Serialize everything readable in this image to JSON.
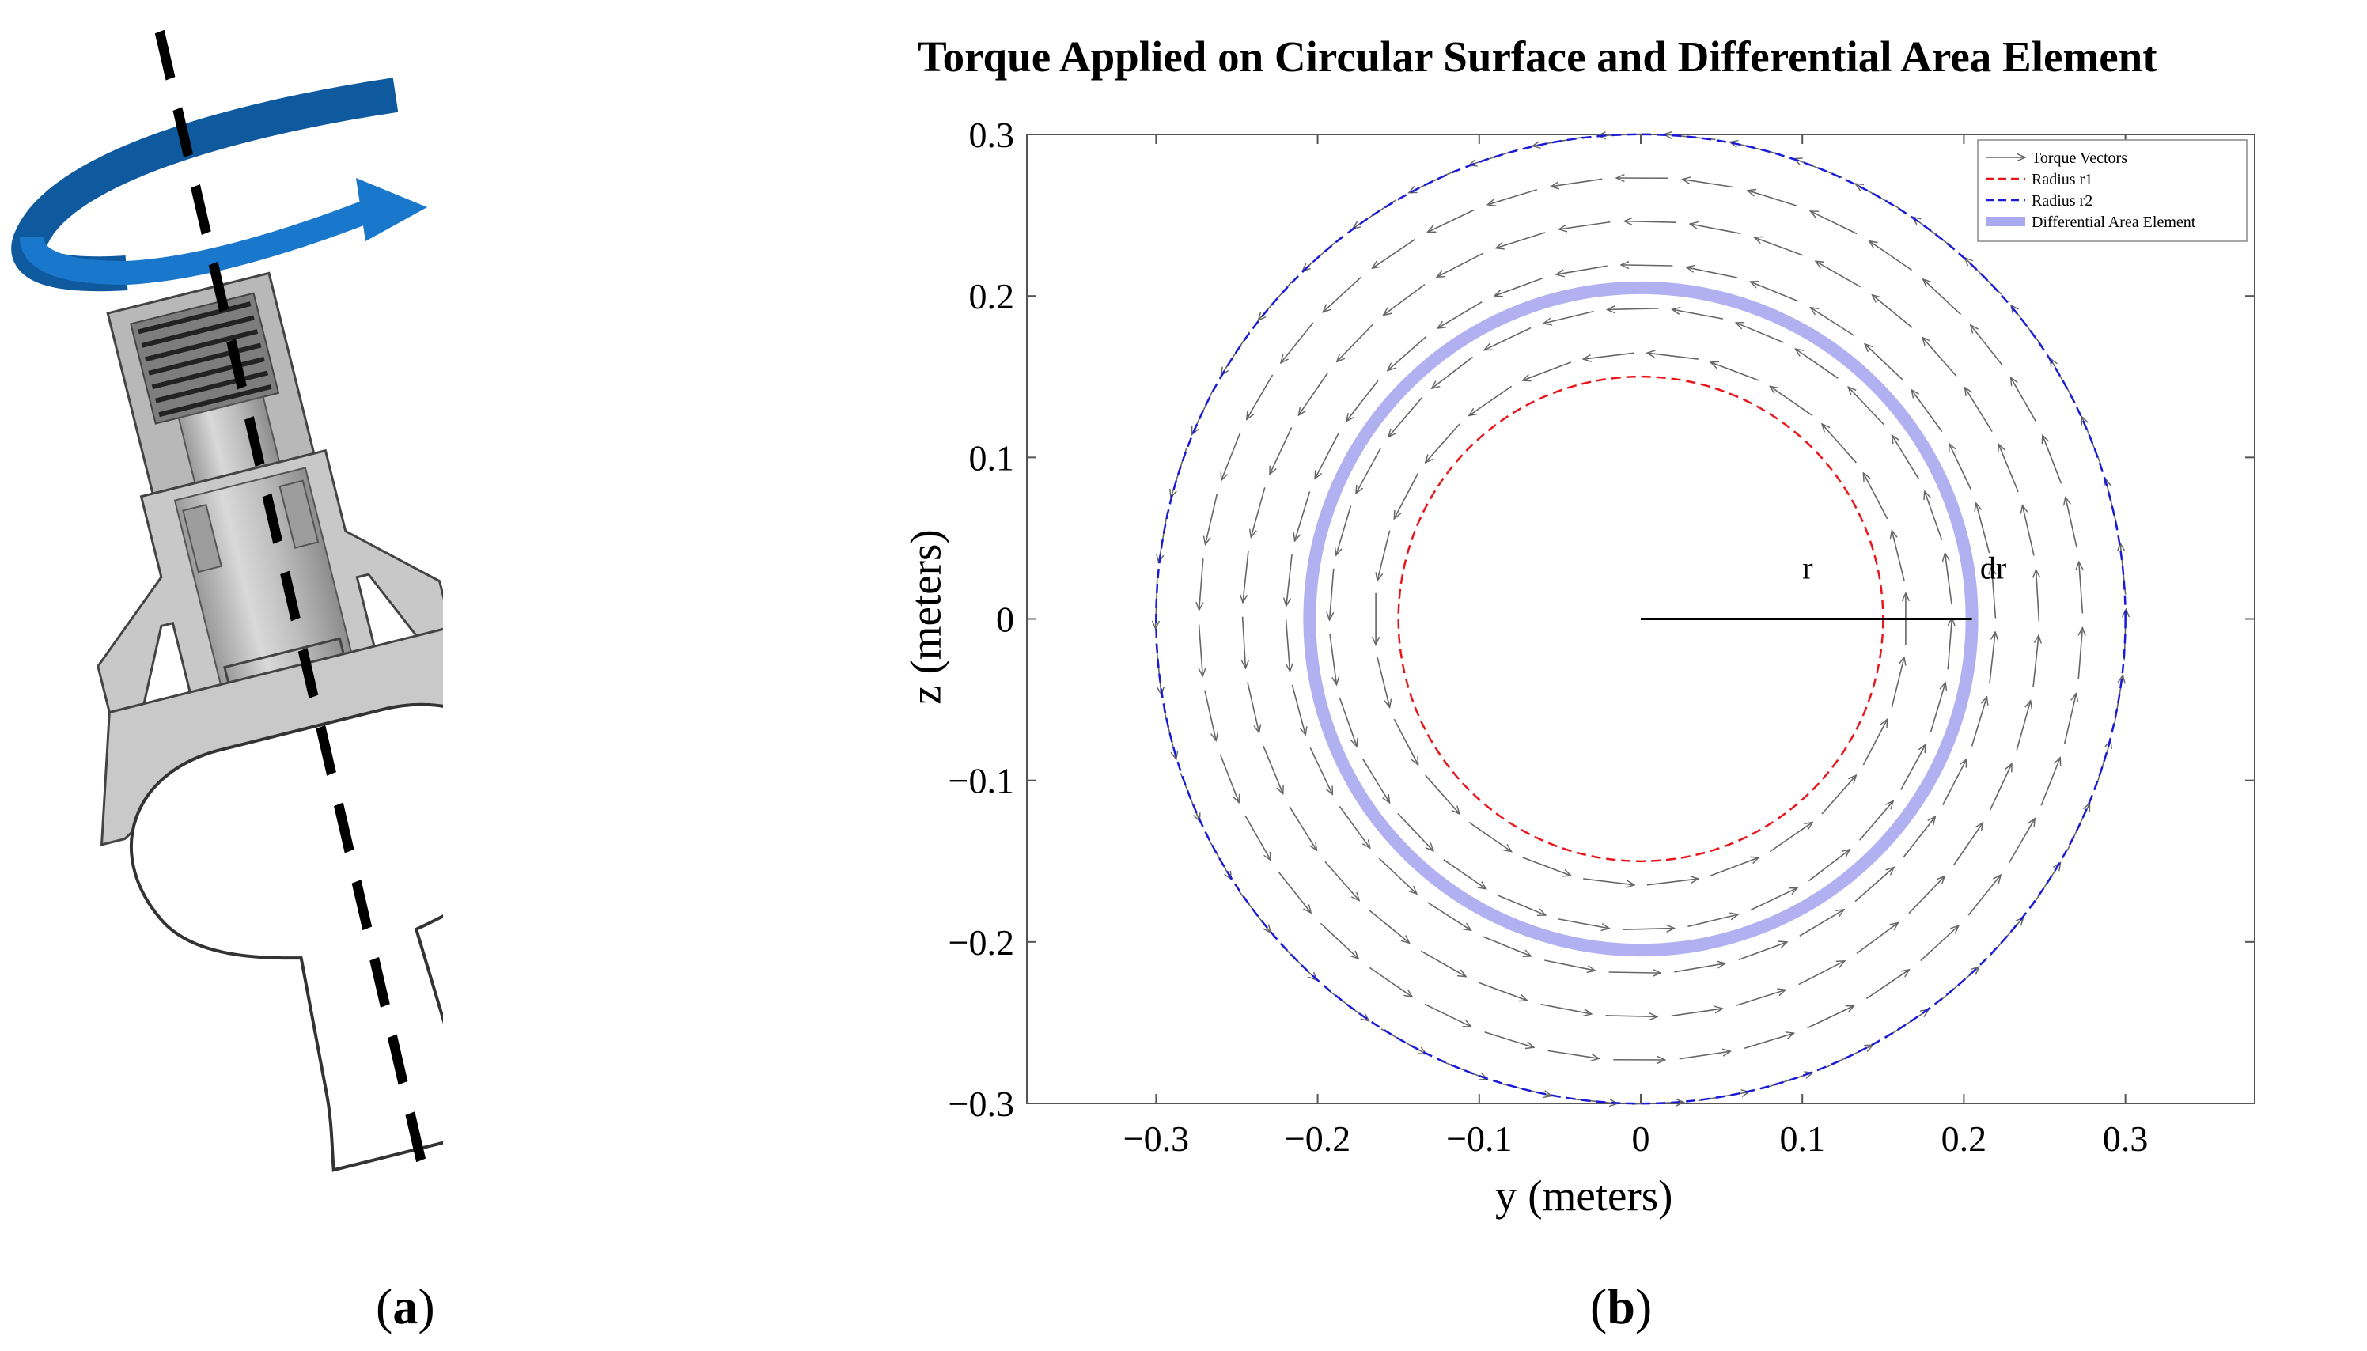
{
  "panel_a": {
    "label_open": "(",
    "label_letter": "a",
    "label_close": ")"
  },
  "panel_b": {
    "label_open": "(",
    "label_letter": "b",
    "label_close": ")"
  },
  "colors": {
    "arrow_dark": "#0f5a9e",
    "arrow_light": "#1a78cc",
    "r1_line": "#e8161b",
    "r2_line": "#1a1ad8",
    "area_element": "#a9a9f0",
    "vector_gray": "#666666"
  },
  "chart_data": {
    "type": "quiver",
    "title": "Torque Applied on Circular Surface and Differential Area Element",
    "xlabel": "y (meters)",
    "ylabel": "z (meters)",
    "xlim": [
      -0.38,
      0.38
    ],
    "ylim": [
      -0.3,
      0.3
    ],
    "x_ticks": [
      -0.3,
      -0.2,
      -0.1,
      0,
      0.1,
      0.2,
      0.3
    ],
    "x_tick_labels": [
      "−0.3",
      "−0.2",
      "−0.1",
      "0",
      "0.1",
      "0.2",
      "0.3"
    ],
    "y_ticks": [
      0.3,
      0.2,
      0.1,
      0,
      -0.1,
      -0.2,
      -0.3
    ],
    "y_tick_labels": [
      "0.3",
      "0.2",
      "0.1",
      "0",
      "−0.1",
      "−0.2",
      "−0.3"
    ],
    "grid": false,
    "legend_position": "top-right",
    "legend": [
      {
        "label": "Torque Vectors",
        "style": "arrow"
      },
      {
        "label": "Radius r1",
        "style": "dashed-red"
      },
      {
        "label": "Radius r2",
        "style": "dashed-blue"
      },
      {
        "label": "Differential Area Element",
        "style": "thick-band"
      }
    ],
    "r1": 0.15,
    "r2": 0.3,
    "r_element": 0.205,
    "vector_field": {
      "direction": "counterclockwise",
      "radii": [
        0.164,
        0.192,
        0.219,
        0.246,
        0.273,
        0.3
      ],
      "count_per_ring": [
        26,
        30,
        34,
        38,
        42,
        46
      ]
    },
    "annotations": {
      "radius_label": "r",
      "dr_label": "dr",
      "radius_line_from": [
        0,
        0
      ],
      "radius_line_to": [
        0.205,
        0
      ]
    }
  }
}
